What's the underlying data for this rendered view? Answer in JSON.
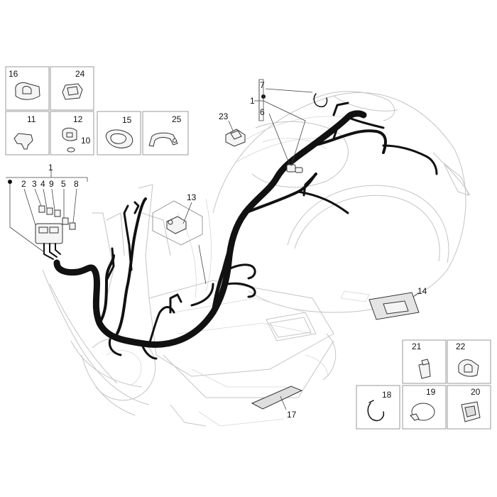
{
  "callouts": {
    "c1a": "1",
    "c1b": "1",
    "c2": "2",
    "c3": "3",
    "c4": "4",
    "c5": "5",
    "c6": "6",
    "c7": "7",
    "c8": "8",
    "c9": "9",
    "c10": "10",
    "c11": "11",
    "c12": "12",
    "c13": "13",
    "c14": "14",
    "c15": "15",
    "c16": "16",
    "c17": "17",
    "c18": "18",
    "c19": "19",
    "c20": "20",
    "c21": "21",
    "c22": "22",
    "c23": "23",
    "c24": "24",
    "c25": "25"
  },
  "colors": {
    "harness": "#111111",
    "outline": "#c4c4c4",
    "box": "#9a9a9a"
  }
}
